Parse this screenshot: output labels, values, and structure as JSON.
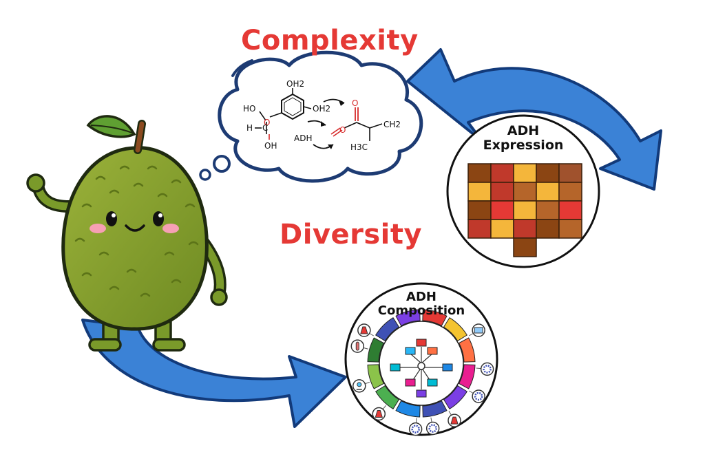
{
  "labels": {
    "complexity": "Complexity",
    "diversity": "Diversity",
    "expression_line1": "ADH",
    "expression_line2": "Expression",
    "composition_line1": "ADH",
    "composition_line2": "Composition"
  },
  "thought_bubble": {
    "ho": "HO",
    "oh2_top": "OH2",
    "oh2_right": "OH2",
    "h": "H",
    "c": "C",
    "o_top": "O",
    "oh": "OH",
    "adh": "ADH",
    "o_ketone": "O",
    "o_ester": "O",
    "ch2": "CH2",
    "h3c": "H3C"
  },
  "colors": {
    "title_red": "#e53935",
    "arrow_blue": "#3b82d6",
    "arrow_outline": "#123a7a",
    "fruit_green": "#7f9a2a",
    "bubble_outline": "#1d3b73"
  },
  "heatmap": {
    "colors": [
      [
        "#8b4513",
        "#c0392b",
        "#f4b63b",
        "#8b4513",
        "#a0522d"
      ],
      [
        "#f4b63b",
        "#c0392b",
        "#b5652a",
        "#f4b63b",
        "#b5652a"
      ],
      [
        "#8b4513",
        "#e53935",
        "#f4b63b",
        "#b5652a",
        "#e53935"
      ],
      [
        "#c0392b",
        "#f4b63b",
        "#c0392b",
        "#8b4513",
        "#b5652a"
      ],
      [
        null,
        null,
        "#8b4513",
        null,
        null
      ]
    ]
  },
  "wheel": {
    "segment_colors": [
      "#e53935",
      "#f4c430",
      "#ff7043",
      "#e91e90",
      "#7b3fe4",
      "#3f51b5",
      "#1e88e5",
      "#4caf50",
      "#8bc34a",
      "#2e7d32",
      "#3f51b5",
      "#7b3fe4"
    ],
    "node_colors": [
      "#e53935",
      "#29b6f6",
      "#ff7043",
      "#00bcd4",
      "#1e88e5",
      "#e91e90",
      "#00bcd4",
      "#7b3fe4"
    ],
    "icons": [
      "flask-icon",
      "monitor-icon",
      "gear-icon",
      "test-tube-icon",
      "gear-icon",
      "microscope-icon",
      "flask-icon",
      "beaker-icon",
      "gear-icon",
      "gear-icon"
    ]
  }
}
